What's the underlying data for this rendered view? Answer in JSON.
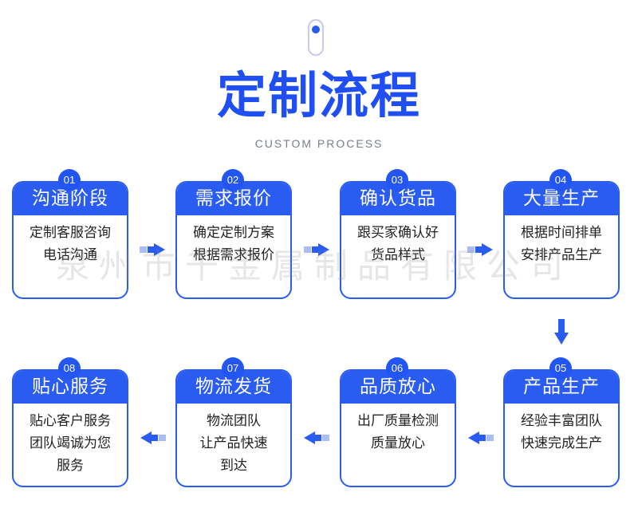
{
  "header": {
    "title": "定制流程",
    "subtitle": "CUSTOM PROCESS"
  },
  "watermark": "泉州市千金属制品有限公司",
  "steps": [
    {
      "num": "01",
      "title": "沟通阶段",
      "lines": [
        "定制客服咨询",
        "电话沟通"
      ]
    },
    {
      "num": "02",
      "title": "需求报价",
      "lines": [
        "确定定制方案",
        "根据需求报价"
      ]
    },
    {
      "num": "03",
      "title": "确认货品",
      "lines": [
        "跟买家确认好",
        "货品样式"
      ]
    },
    {
      "num": "04",
      "title": "大量生产",
      "lines": [
        "根据时间排单",
        "安排产品生产"
      ]
    },
    {
      "num": "05",
      "title": "产品生产",
      "lines": [
        "经验丰富团队",
        "快速完成生产"
      ]
    },
    {
      "num": "06",
      "title": "品质放心",
      "lines": [
        "出厂质量检测",
        "质量放心"
      ]
    },
    {
      "num": "07",
      "title": "物流发货",
      "lines": [
        "物流团队",
        "让产品快速",
        "到达"
      ]
    },
    {
      "num": "08",
      "title": "贴心服务",
      "lines": [
        "贴心客户服务",
        "团队竭诚为您",
        "服务"
      ]
    }
  ],
  "colors": {
    "accent": "#2a5cf2",
    "title": "#1f4ff2"
  }
}
